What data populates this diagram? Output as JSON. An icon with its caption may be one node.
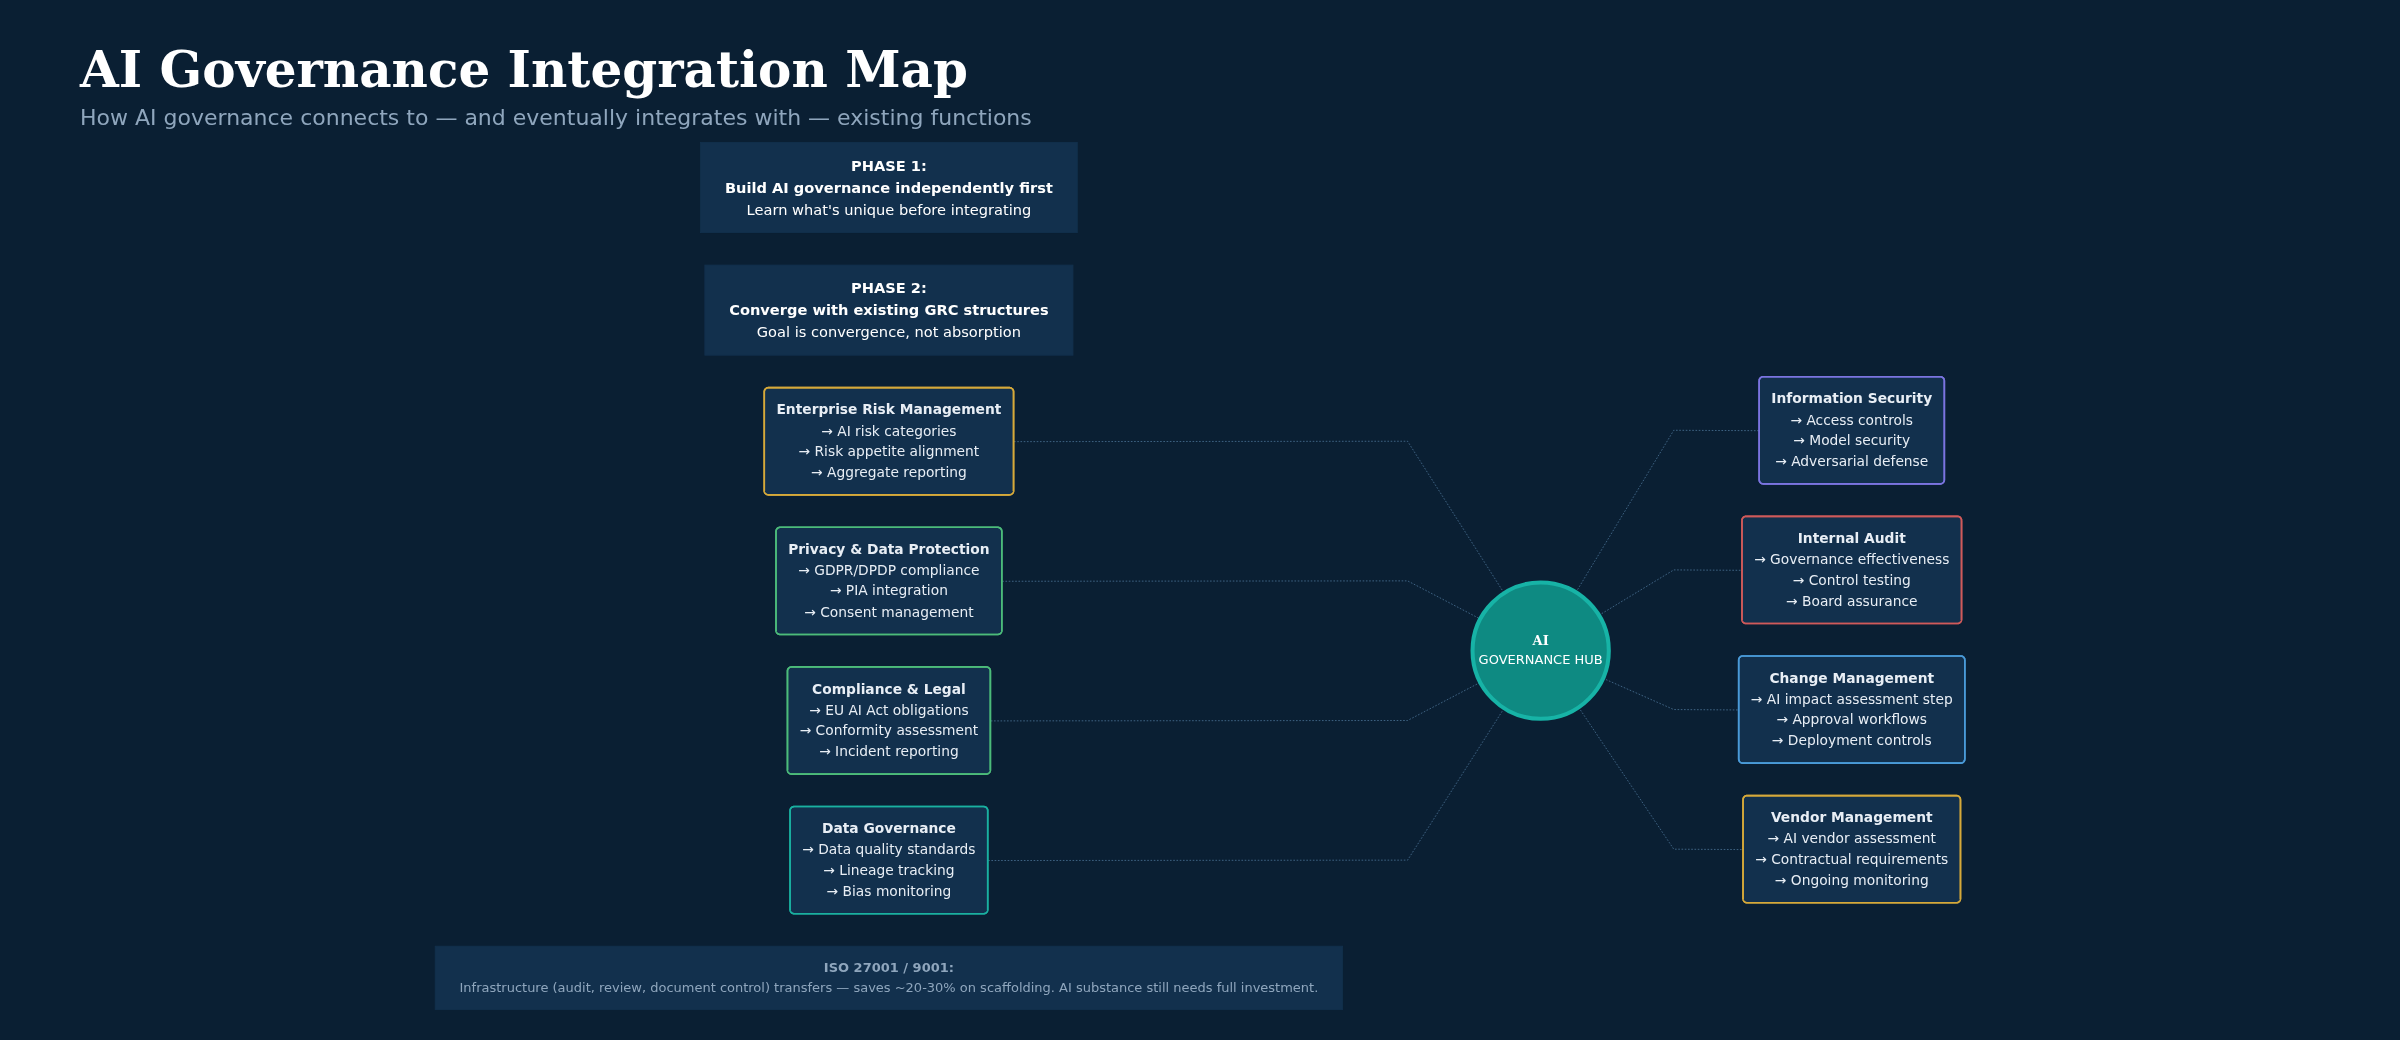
{
  "diagram": {
    "title": "AI Governance Integration Map",
    "nodes": [
      {
        "text": [
          "PHASE 1:",
          "Build AI governance independently first",
          "Learn what's unique before integrating"
        ]
      },
      {
        "text": [
          "PHASE 2:",
          "Converge with existing GRC structures",
          "Goal is convergence, not absorption"
        ]
      },
      {
        "text": [
          "Privacy & Data Protection",
          "→ GDPR/DPDP compliance",
          "→ PIA integration",
          "→ Consent management"
        ]
      },
      {
        "text": [
          "Information Security",
          "→ Access controls",
          "→ Model security",
          "→ Adversarial defense"
        ]
      },
      {
        "text": [
          "Enterprise Risk Management",
          "→ AI risk categories",
          "→ Risk appetite alignment",
          "→ Aggregate reporting"
        ]
      },
      {
        "text": [
          "Internal Audit",
          "→ Governance effectiveness",
          "→ Control testing",
          "→ Board assurance"
        ]
      },
      {
        "text": [
          "AI",
          "GOVERNANCE HUB"
        ]
      },
      {
        "text": [
          "Data Governance",
          "→ Data quality standards",
          "→ Lineage tracking",
          "→ Bias monitoring"
        ]
      },
      {
        "text": [
          "Change Management",
          "→ AI impact assessment step",
          "→ Approval workflows",
          "→ Deployment controls"
        ]
      },
      {
        "text": [
          "Compliance & Legal",
          "→ EU AI Act obligations",
          "→ Conformity assessment",
          "→ Incident reporting"
        ]
      },
      {
        "text": [
          "Vendor Management",
          "→ AI vendor assessment",
          "→ Contractual requirements",
          "→ Ongoing monitoring"
        ]
      },
      {
        "text": [
          "ISO 27001 / 9001:",
          "Infrastructure (audit, review, document control) transfers — saves ~20-30% on scaffolding. AI substance still needs full investment."
        ]
      }
    ],
    "edges": [
      {
        "from": 4,
        "to": 6,
        "arrow": "none",
        "style": "dashed"
      },
      {
        "from": 2,
        "to": 6,
        "arrow": "none",
        "style": "dashed"
      },
      {
        "from": 6,
        "to": 3,
        "arrow": "none",
        "style": "dashed"
      },
      {
        "from": 6,
        "to": 5,
        "arrow": "none",
        "style": "dashed"
      },
      {
        "from": 6,
        "to": 8,
        "arrow": "none",
        "style": "dashed"
      },
      {
        "from": 6,
        "to": 10,
        "arrow": "none",
        "style": "dashed"
      },
      {
        "from": 9,
        "to": 6,
        "arrow": "none",
        "style": "dashed"
      },
      {
        "from": 7,
        "to": 6,
        "arrow": "none",
        "style": "dashed"
      }
    ],
    "labels": [
      "How AI governance connects to — and eventually integrates with — existing functions"
    ]
  }
}
